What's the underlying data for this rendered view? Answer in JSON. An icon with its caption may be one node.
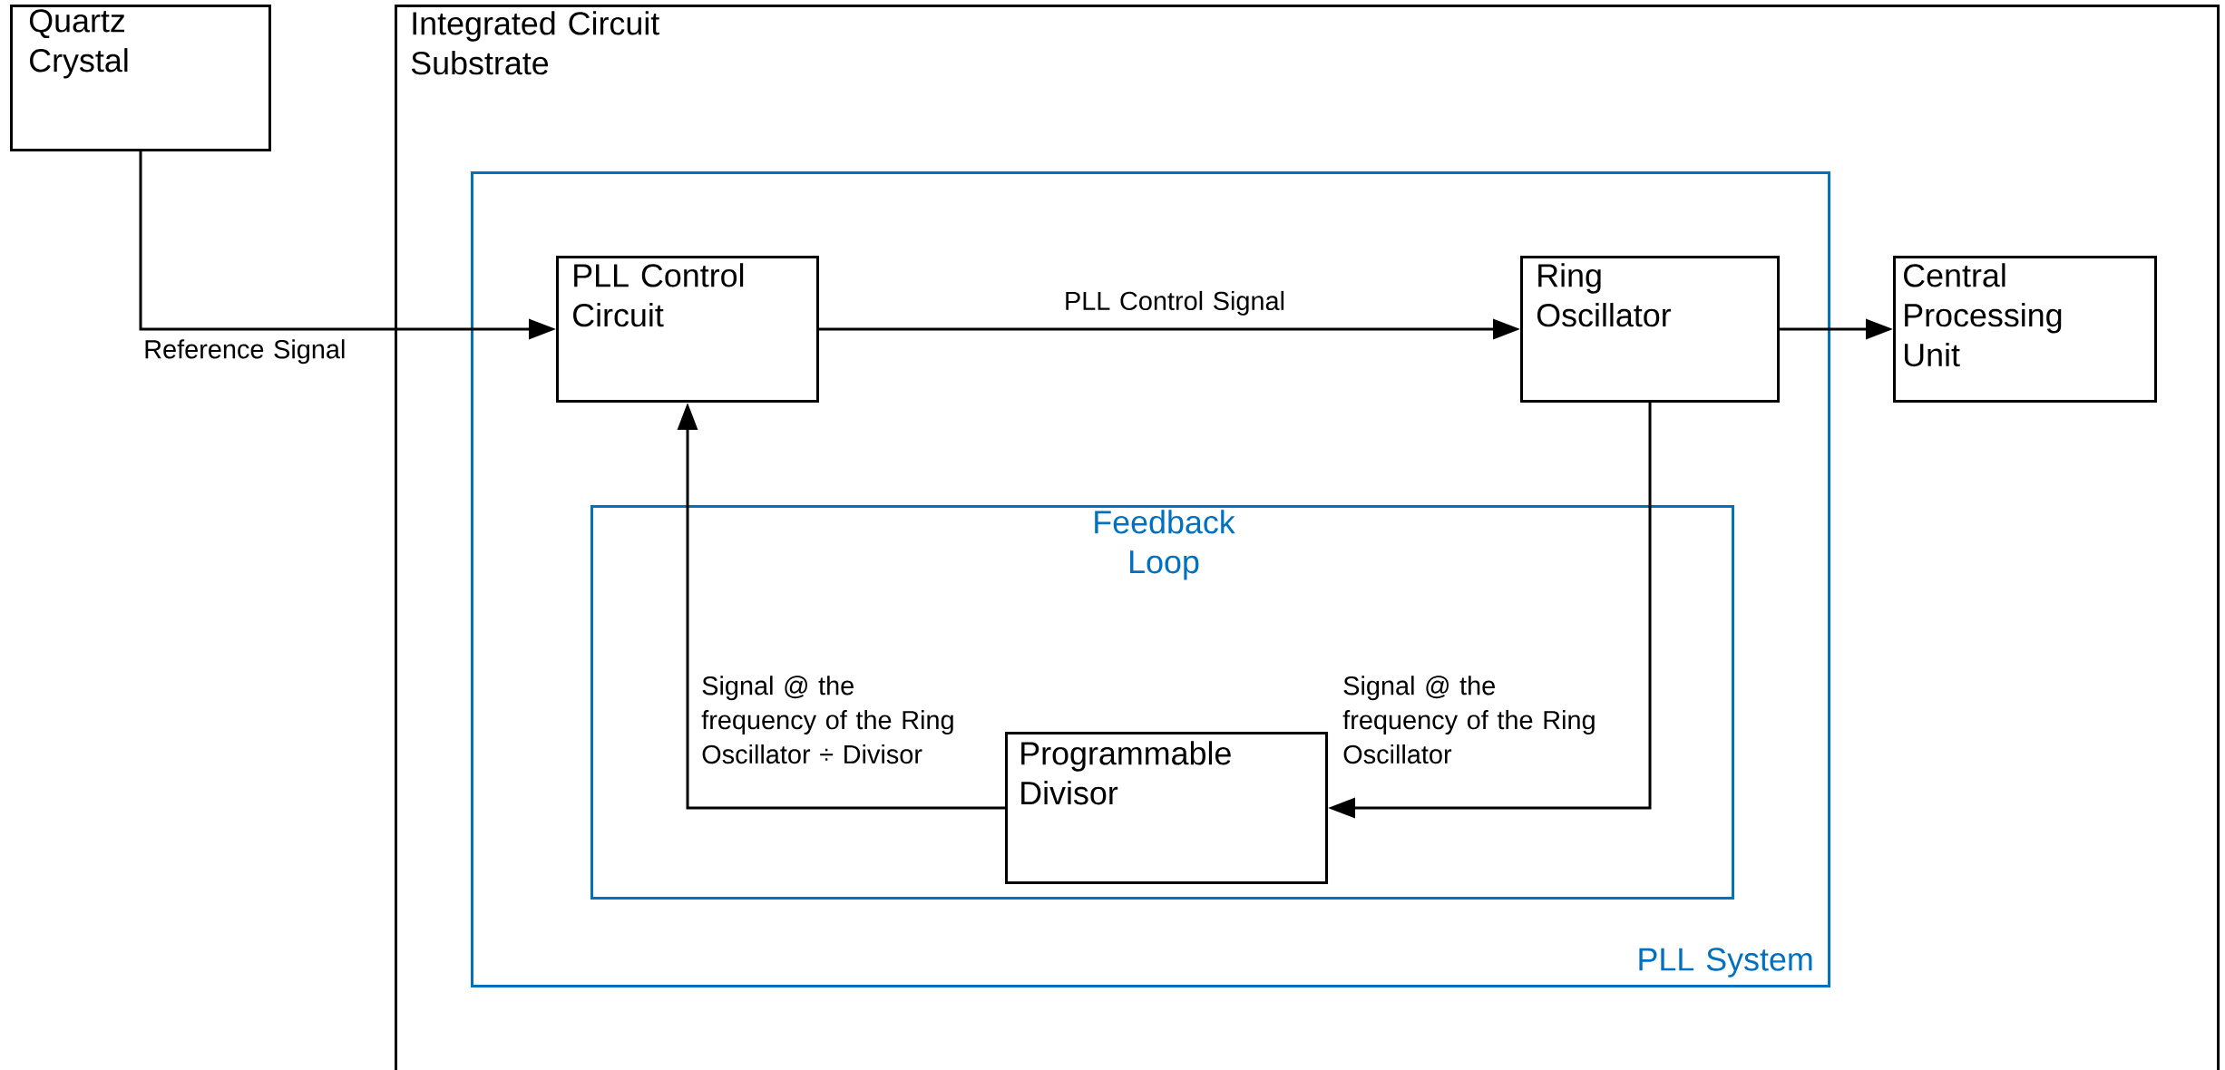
{
  "diagram": {
    "nodes": [
      {
        "text": [
          "Quartz Crystal"
        ]
      },
      {
        "text": [
          "Integrated Circuit Substrate"
        ]
      },
      {
        "text": [
          "PLL System"
        ],
        "in": 1
      },
      {
        "text": [
          "PLL Control Circuit"
        ],
        "in": 2
      },
      {
        "text": [
          "Ring Oscillator"
        ],
        "in": 2
      },
      {
        "text": [
          "Central Processing Unit"
        ],
        "in": 1
      },
      {
        "text": [
          "Feedback Loop"
        ],
        "in": 2
      },
      {
        "text": [
          "Programmable Divisor"
        ],
        "in": 6
      }
    ],
    "edges": [
      {
        "from": 0,
        "to": 3,
        "arrow": "to",
        "label": "Reference Signal"
      },
      {
        "from": 3,
        "to": 4,
        "arrow": "to",
        "label": "PLL Control Signal"
      },
      {
        "from": 4,
        "to": 5,
        "arrow": "to"
      },
      {
        "from": 4,
        "to": 7,
        "arrow": "to",
        "label": "Signal @ the frequency of the Ring Oscillator"
      },
      {
        "from": 7,
        "to": 3,
        "arrow": "to",
        "label": "Signal @ the frequency of the Ring Oscillator ÷ Divisor"
      }
    ]
  }
}
